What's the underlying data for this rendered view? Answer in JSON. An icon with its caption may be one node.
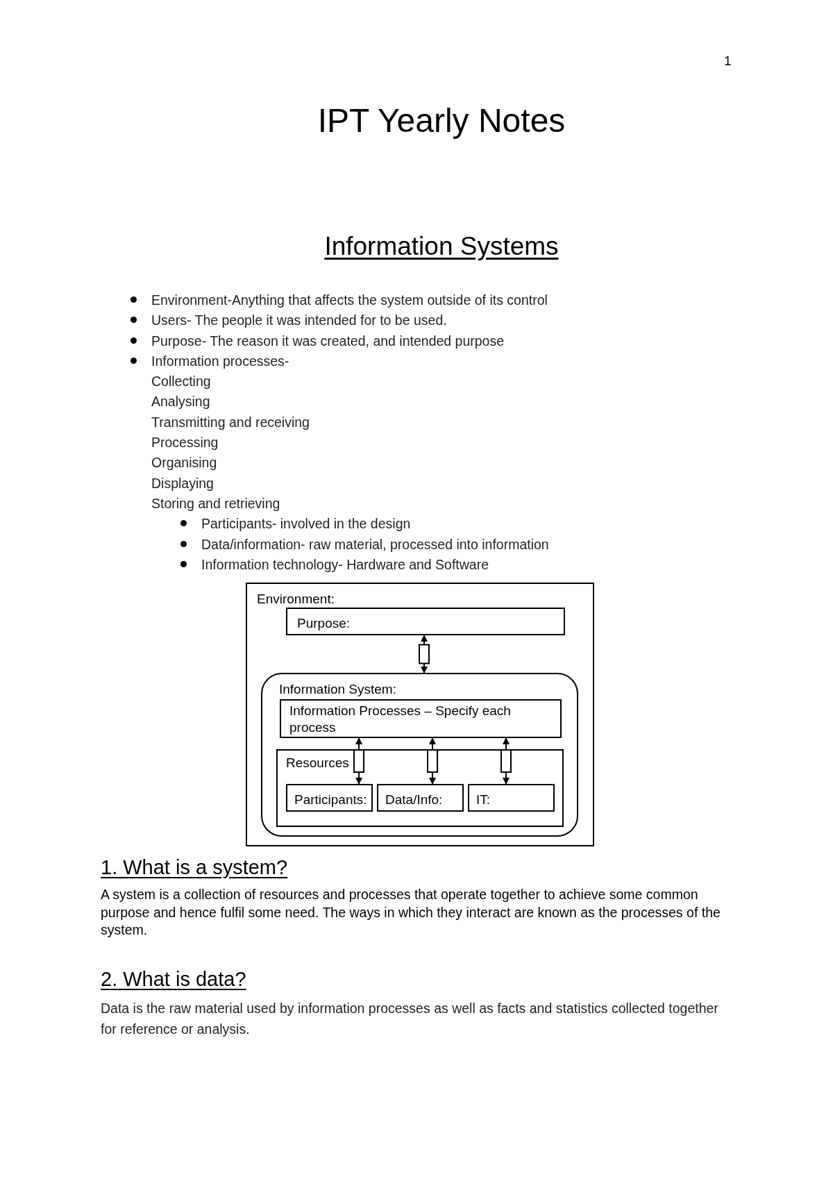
{
  "diagram": {
    "title": "IPT Yearly Notes",
    "nodes": [
      {
        "text": [
          "Environment:"
        ]
      },
      {
        "text": [
          "Purpose:"
        ],
        "in": 0
      },
      {
        "text": [
          "Information System:"
        ],
        "in": 0
      },
      {
        "text": [
          "Information Processes – Specify each process"
        ],
        "in": 2
      },
      {
        "text": [
          "Resources"
        ],
        "in": 2
      },
      {
        "text": [
          "Participants:"
        ],
        "in": 4
      },
      {
        "text": [
          "Data/Info:"
        ],
        "in": 4
      },
      {
        "text": [
          "IT:"
        ],
        "in": 4
      }
    ],
    "edges": [
      {
        "from": 1,
        "to": 2,
        "arrow": "both"
      },
      {
        "from": 3,
        "to": 5,
        "arrow": "both"
      },
      {
        "from": 3,
        "to": 6,
        "arrow": "both"
      },
      {
        "from": 3,
        "to": 7,
        "arrow": "both"
      }
    ],
    "labels": [
      "1",
      "Information Systems",
      "Environment-Anything that affects the system outside of its control",
      "Users- The people it was intended for to be used.",
      "Purpose- The reason it was created, and intended purpose",
      "Information processes-",
      "Collecting",
      "Analysing",
      "Transmitting and receiving",
      "Processing",
      "Organising",
      "Displaying",
      "Storing and retrieving",
      "Participants- involved in the design",
      "Data/information- raw material, processed into information",
      "Information technology- Hardware and Software",
      "1. What is a system?",
      "A system is a collection of resources and processes that operate together to achieve some common purpose and hence fulfil some need. The ways in which they interact are known as the processes of the system.",
      "2. What is data?",
      "Data is the raw material used by information processes as well as facts and statistics collected together for reference or analysis."
    ]
  }
}
